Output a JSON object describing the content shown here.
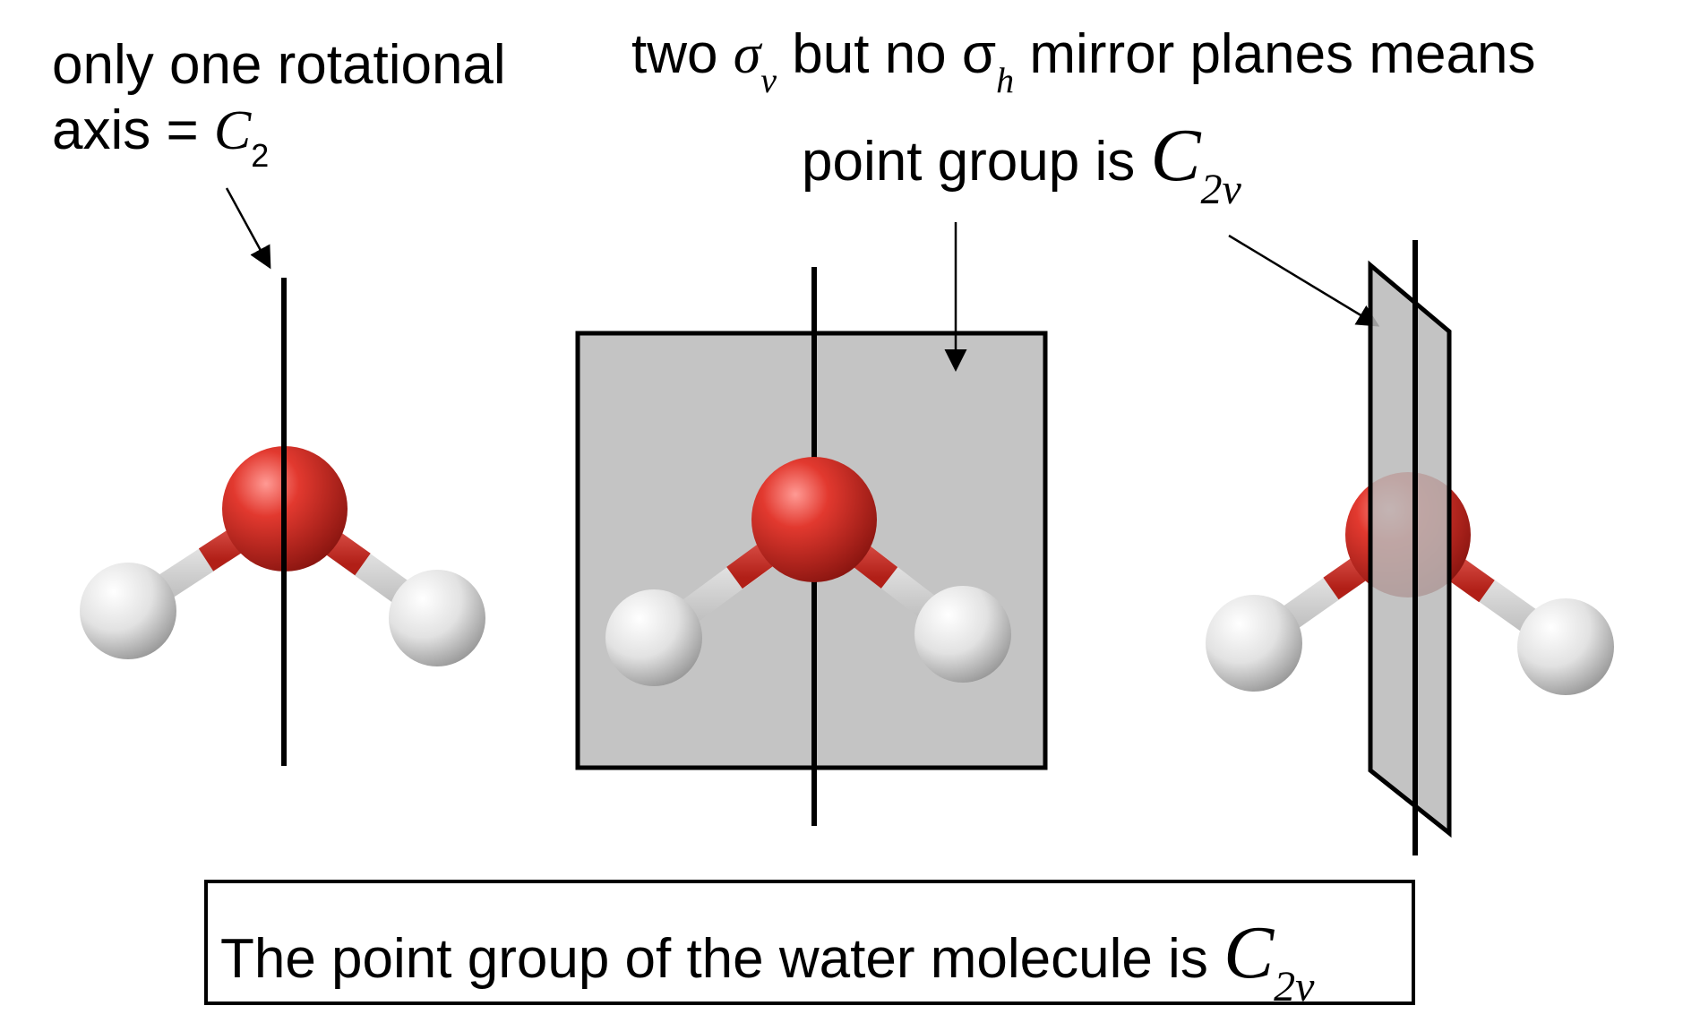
{
  "captions": {
    "axis_line1": "only one rotational",
    "axis_line2_prefix": "axis = ",
    "axis_symbol": "C",
    "axis_symbol_sub": "2",
    "mirror_prefix": "two ",
    "sigma": "σ",
    "sigma_v_sub": "v",
    "mirror_middle": " but no ",
    "sigma_h_sub": "h",
    "mirror_suffix": " mirror planes means",
    "point_group_prefix": "point group is ",
    "point_group_symbol": "C",
    "point_group_sub": "2v"
  },
  "conclusion": {
    "prefix": "The point group of the water molecule is ",
    "symbol": "C",
    "sub": "2v"
  },
  "colors": {
    "oxygen": "#d8342c",
    "hydrogen": "#e6e6e6",
    "mirror_plane": "#c4c4c4",
    "axis": "#000000"
  },
  "panels": [
    {
      "name": "rotation-axis-view",
      "element": "C2 axis"
    },
    {
      "name": "front-mirror-plane-view",
      "element": "sigma v plane (face-on)"
    },
    {
      "name": "side-mirror-plane-view",
      "element": "sigma v plane (edge-on)"
    }
  ]
}
